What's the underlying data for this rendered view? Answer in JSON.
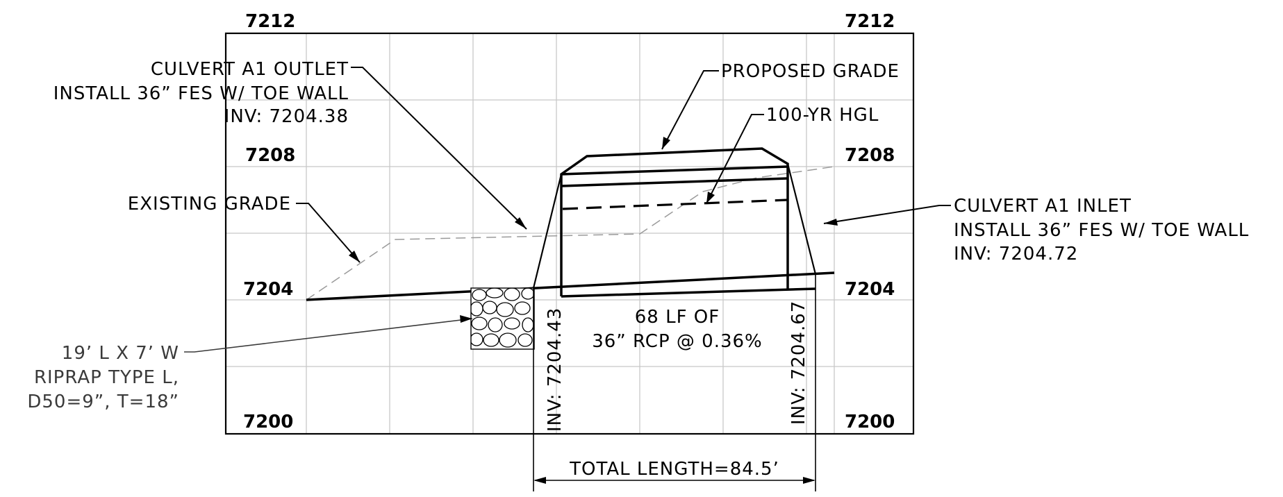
{
  "profile": {
    "elevation_labels": {
      "left": [
        "7212",
        "7208",
        "7204",
        "7200"
      ],
      "right": [
        "7212",
        "7208",
        "7204",
        "7200"
      ]
    },
    "callouts": {
      "outlet": {
        "line1": "CULVERT A1 OUTLET",
        "line2": "INSTALL 36” FES W/ TOE WALL",
        "line3": "INV: 7204.38"
      },
      "proposed_grade": "PROPOSED GRADE",
      "hgl": "100-YR HGL",
      "existing_grade": "EXISTING GRADE",
      "inlet": {
        "line1": "CULVERT A1 INLET",
        "line2": "INSTALL 36” FES W/ TOE WALL",
        "line3": "INV:  7204.72"
      },
      "riprap": {
        "line1": "19’ L X 7’ W",
        "line2": "RIPRAP TYPE L,",
        "line3": "D50=9”, T=18”"
      },
      "pipe": {
        "line1": "68 LF OF",
        "line2": "36” RCP @ 0.36%"
      },
      "inv_left": "INV: 7204.43",
      "inv_right": "INV: 7204.67",
      "total_length": "TOTAL LENGTH=84.5’"
    },
    "colors": {
      "linework": "#000000",
      "grid": "#c8c8c8",
      "existing_grade": "#9a9a9a",
      "background": "#ffffff"
    }
  }
}
